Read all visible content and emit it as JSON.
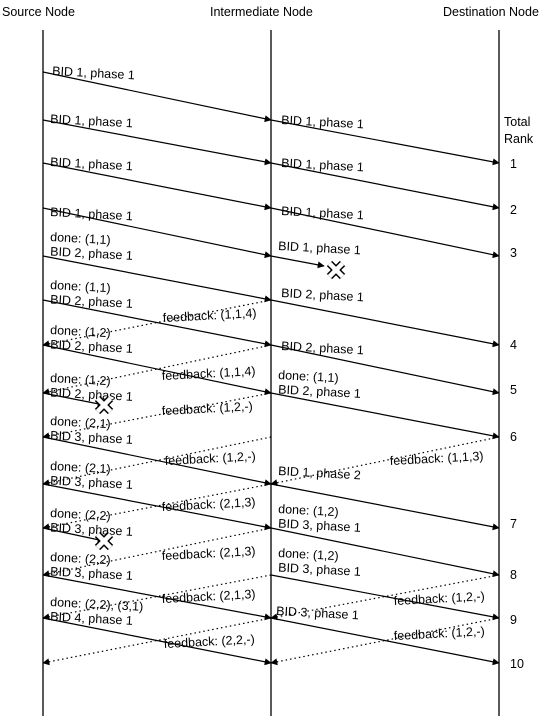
{
  "headers": {
    "source": "Source Node",
    "intermediate": "Intermediate Node",
    "destination": "Destination Node"
  },
  "rank_title": [
    "Total",
    "Rank"
  ],
  "ranks": [
    "1",
    "2",
    "3",
    "4",
    "5",
    "6",
    "7",
    "8",
    "9",
    "10"
  ],
  "lost_marker_icon": "x-cross-icon",
  "messages_source": [
    [
      "BID 1, phase 1"
    ],
    [
      "BID 1, phase 1"
    ],
    [
      "BID 1, phase 1"
    ],
    [
      "BID 1, phase 1"
    ],
    [
      "done: (1,1)",
      "BID 2, phase 1"
    ],
    [
      "done: (1,1)",
      "BID 2, phase 1"
    ],
    [
      "done: (1,2)",
      "BID 2, phase 1"
    ],
    [
      "done: (1,2)",
      "BID 2, phase 1"
    ],
    [
      "done: (2,1)",
      "BID 3, phase 1"
    ],
    [
      "done: (2,1)",
      "BID 3, phase 1"
    ],
    [
      "done: (2,2)",
      "BID 3, phase 1"
    ],
    [
      "done: (2,2)",
      "BID 3, phase 1"
    ],
    [
      "done: (2,2), (3,1)",
      "BID 4, phase 1"
    ]
  ],
  "messages_intermediate": [
    [
      "BID 1, phase 1"
    ],
    [
      "BID 1, phase 1"
    ],
    [
      "BID 1, phase 1"
    ],
    [
      "BID 1, phase 1"
    ],
    [
      "BID 2, phase 1"
    ],
    [
      "BID 2, phase 1"
    ],
    [
      "done: (1,1)",
      "BID 2, phase 1"
    ],
    [
      "BID 1, phase 2"
    ],
    [
      "done: (1,2)",
      "BID 3, phase 1"
    ],
    [
      "done: (1,2)",
      "BID 3, phase 1"
    ],
    [
      "BID 3, phase 1"
    ]
  ],
  "feedback_intermediate": [
    "feedback: (1,1,4)",
    "feedback: (1,1,4)",
    "feedback: (1,2,-)",
    "feedback: (1,2,-)",
    "feedback: (2,1,3)",
    "feedback: (2,1,3)",
    "feedback: (2,1,3)",
    "feedback: (2,2,-)"
  ],
  "feedback_destination": [
    "feedback: (1,1,3)",
    "feedback: (1,2,-)",
    "feedback: (1,2,-)"
  ]
}
